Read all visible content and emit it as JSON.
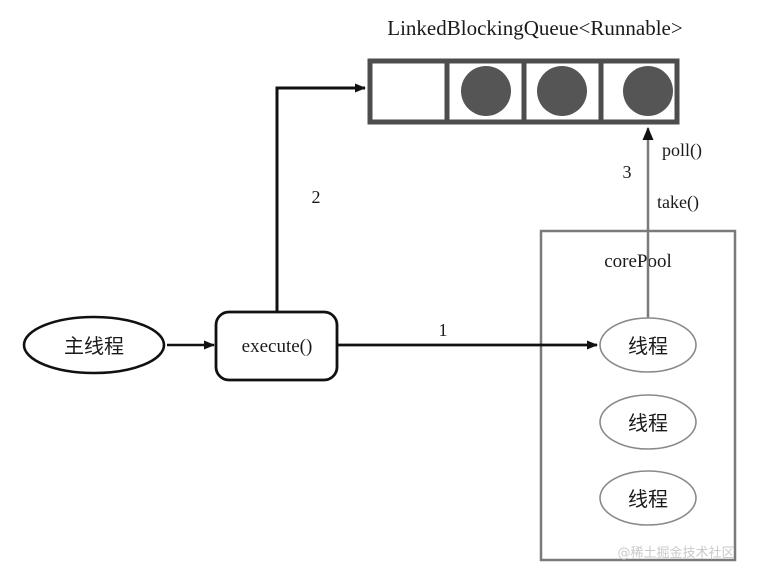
{
  "diagram": {
    "title": "LinkedBlockingQueue<Runnable>",
    "queue": {
      "name": "LinkedBlockingQueue<Runnable>",
      "cells": [
        {
          "index": 0,
          "filled": false
        },
        {
          "index": 1,
          "filled": true
        },
        {
          "index": 2,
          "filled": true
        },
        {
          "index": 3,
          "filled": true
        }
      ],
      "border_color": "#4d4d4d",
      "task_color": "#555555"
    },
    "nodes": {
      "main_thread": "主线程",
      "execute": "execute()",
      "pool_title": "corePool",
      "threads": [
        "线程",
        "线程",
        "线程"
      ]
    },
    "edges": [
      {
        "id": "edge-1",
        "label": "1",
        "from": "execute",
        "to": "thread-0"
      },
      {
        "id": "edge-2",
        "label": "2",
        "from": "execute",
        "to": "queue"
      },
      {
        "id": "edge-3",
        "label": "3",
        "from": "thread-0",
        "to": "queue"
      }
    ],
    "method_labels": {
      "poll": "poll()",
      "take": "take()"
    },
    "watermark": "@稀土掘金技术社区",
    "colors": {
      "stroke_black": "#111111",
      "stroke_gray": "#7a7a7a",
      "queue_border": "#4d4d4d",
      "task_fill": "#555555",
      "watermark": "#c9c9c9",
      "background": "#ffffff"
    }
  }
}
